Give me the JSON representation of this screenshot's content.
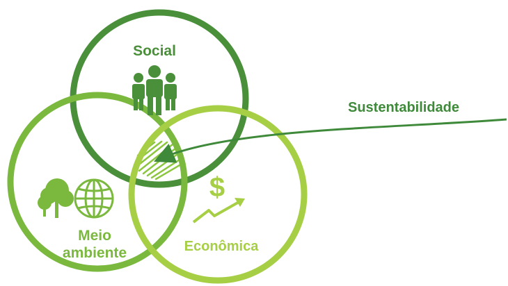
{
  "diagram": {
    "circles": {
      "social": {
        "label": "Social",
        "color": "#4a8f3a",
        "icon": "people-group-icon"
      },
      "environment": {
        "label_line1": "Meio",
        "label_line2": "ambiente",
        "color": "#7ab83e",
        "icons": [
          "trees-icon",
          "globe-icon"
        ]
      },
      "economic": {
        "label": "Econômica",
        "color": "#a7cf45",
        "icon": "dollar-growth-icon"
      }
    },
    "intersection": {
      "meaning": "sustainability-overlap",
      "hatch_color": "#8cc63f"
    },
    "callout": {
      "label": "Sustentabilidade",
      "color": "#3f8a3a"
    }
  }
}
